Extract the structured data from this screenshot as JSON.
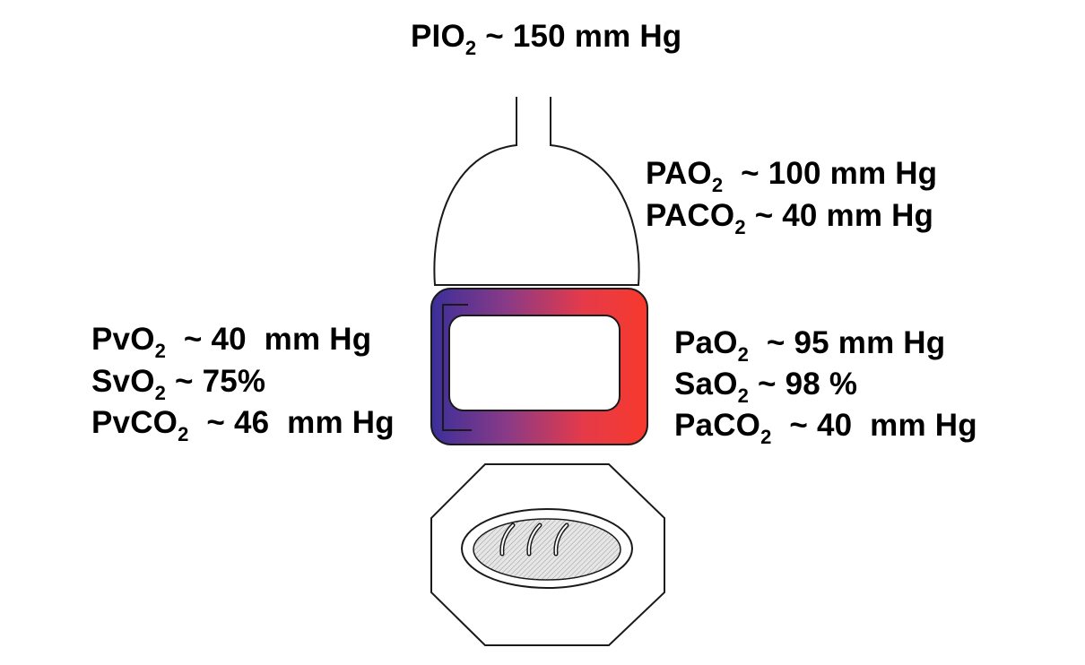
{
  "inspired": {
    "pre": "PIO",
    "sub": "2",
    "post": " ~ 150 mm Hg"
  },
  "alveolar": [
    {
      "pre": "PAO",
      "sub": "2",
      "post": "  ~ 100 mm Hg"
    },
    {
      "pre": "PACO",
      "sub": "2",
      "post": " ~ 40 mm Hg"
    }
  ],
  "venous": [
    {
      "pre": "PvO",
      "sub": "2",
      "post": "  ~ 40  mm Hg"
    },
    {
      "pre": "SvO",
      "sub": "2",
      "post": " ~ 75%"
    },
    {
      "pre": "PvCO",
      "sub": "2",
      "post": "  ~ 46  mm Hg"
    }
  ],
  "arterial": [
    {
      "pre": "PaO",
      "sub": "2",
      "post": "  ~ 95 mm Hg"
    },
    {
      "pre": "SaO",
      "sub": "2",
      "post": " ~ 98 %"
    },
    {
      "pre": "PaCO",
      "sub": "2",
      "post": "  ~ 40  mm Hg"
    }
  ],
  "colors": {
    "venous": "#3b2f9a",
    "arterial": "#f7392c",
    "tissue_fill": "#d9d9d9",
    "outline": "#1a1a1a"
  }
}
